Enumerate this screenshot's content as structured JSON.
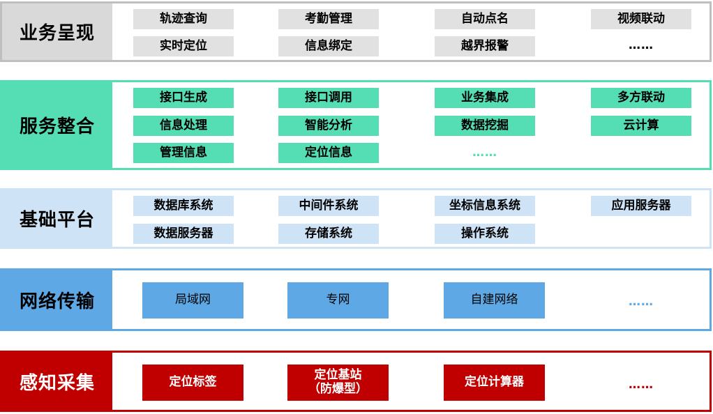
{
  "layers": [
    {
      "label": "业务呈现",
      "items": [
        "轨迹查询",
        "考勤管理",
        "自动点名",
        "视频联动",
        "实时定位",
        "信息绑定",
        "越界报警",
        "……"
      ]
    },
    {
      "label": "服务整合",
      "items": [
        "接口生成",
        "接口调用",
        "业务集成",
        "多方联动",
        "信息处理",
        "智能分析",
        "数据挖掘",
        "云计算",
        "管理信息",
        "定位信息",
        "……"
      ]
    },
    {
      "label": "基础平台",
      "items": [
        "数据库系统",
        "中间件系统",
        "坐标信息系统",
        "应用服务器",
        "数据服务器",
        "存储系统",
        "操作系统"
      ]
    },
    {
      "label": "网络传输",
      "items": [
        "局域网",
        "专网",
        "自建网络",
        "……"
      ]
    },
    {
      "label": "感知采集",
      "items": [
        "定位标签",
        "定位基站\n（防爆型）",
        "定位计算器",
        "……"
      ]
    }
  ],
  "colors": {
    "layer1": "#d9d9d9",
    "layer2": "#55ddb4",
    "layer3": "#cfe3f6",
    "layer4": "#5ea9e5",
    "layer5": "#c00000"
  }
}
